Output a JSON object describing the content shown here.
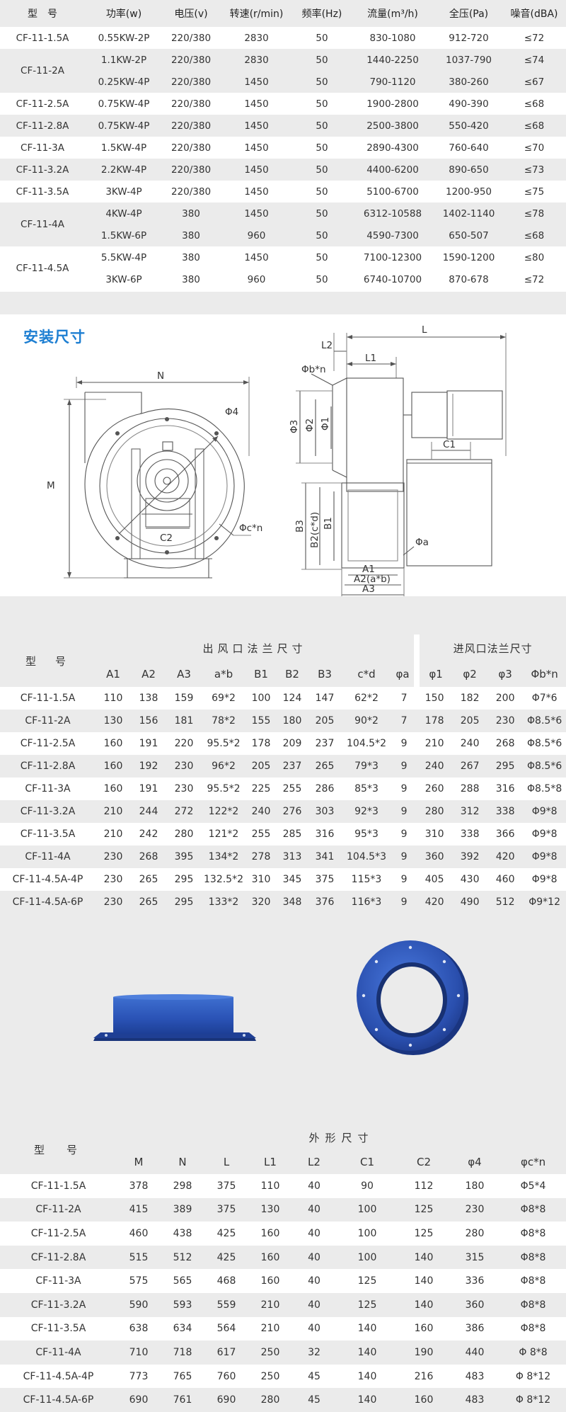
{
  "spec_table": {
    "headers": [
      "型　号",
      "功率(w)",
      "电压(v)",
      "转速(r/min)",
      "频率(Hz)",
      "流量(m³/h)",
      "全压(Pa)",
      "噪音(dBA)"
    ],
    "rows": [
      {
        "model": "CF-11-1.5A",
        "power": "0.55KW-2P",
        "voltage": "220/380",
        "speed": "2830",
        "freq": "50",
        "flow": "830-1080",
        "pressure": "912-720",
        "noise": "≤72"
      },
      {
        "model": "CF-11-2A",
        "power": "1.1KW-2P",
        "voltage": "220/380",
        "speed": "2830",
        "freq": "50",
        "flow": "1440-2250",
        "pressure": "1037-790",
        "noise": "≤74"
      },
      {
        "model": "",
        "power": "0.25KW-4P",
        "voltage": "220/380",
        "speed": "1450",
        "freq": "50",
        "flow": "790-1120",
        "pressure": "380-260",
        "noise": "≤67"
      },
      {
        "model": "CF-11-2.5A",
        "power": "0.75KW-4P",
        "voltage": "220/380",
        "speed": "1450",
        "freq": "50",
        "flow": "1900-2800",
        "pressure": "490-390",
        "noise": "≤68"
      },
      {
        "model": "CF-11-2.8A",
        "power": "0.75KW-4P",
        "voltage": "220/380",
        "speed": "1450",
        "freq": "50",
        "flow": "2500-3800",
        "pressure": "550-420",
        "noise": "≤68"
      },
      {
        "model": "CF-11-3A",
        "power": "1.5KW-4P",
        "voltage": "220/380",
        "speed": "1450",
        "freq": "50",
        "flow": "2890-4300",
        "pressure": "760-640",
        "noise": "≤70"
      },
      {
        "model": "CF-11-3.2A",
        "power": "2.2KW-4P",
        "voltage": "220/380",
        "speed": "1450",
        "freq": "50",
        "flow": "4400-6200",
        "pressure": "890-650",
        "noise": "≤73"
      },
      {
        "model": "CF-11-3.5A",
        "power": "3KW-4P",
        "voltage": "220/380",
        "speed": "1450",
        "freq": "50",
        "flow": "5100-6700",
        "pressure": "1200-950",
        "noise": "≤75"
      },
      {
        "model": "CF-11-4A",
        "power": "4KW-4P",
        "voltage": "380",
        "speed": "1450",
        "freq": "50",
        "flow": "6312-10588",
        "pressure": "1402-1140",
        "noise": "≤78"
      },
      {
        "model": "",
        "power": "1.5KW-6P",
        "voltage": "380",
        "speed": "960",
        "freq": "50",
        "flow": "4590-7300",
        "pressure": "650-507",
        "noise": "≤68"
      },
      {
        "model": "CF-11-4.5A",
        "power": "5.5KW-4P",
        "voltage": "380",
        "speed": "1450",
        "freq": "50",
        "flow": "7100-12300",
        "pressure": "1590-1200",
        "noise": "≤80"
      },
      {
        "model": "",
        "power": "3KW-6P",
        "voltage": "380",
        "speed": "960",
        "freq": "50",
        "flow": "6740-10700",
        "pressure": "870-678",
        "noise": "≤72"
      }
    ]
  },
  "install": {
    "title": "安装尺寸",
    "labels": {
      "N": "N",
      "M": "M",
      "phi4": "Φ4",
      "C2": "C2",
      "phic_n": "Φc*n",
      "L": "L",
      "L1": "L1",
      "L2": "L2",
      "phib_n": "Φb*n",
      "phi3": "Φ3",
      "phi2": "Φ2",
      "phi1": "Φ1",
      "C1": "C1",
      "B3": "B3",
      "B2": "B2(c*d)",
      "B1": "B1",
      "phia": "Φa",
      "A1": "A1",
      "A2": "A2(a*b)",
      "A3": "A3"
    }
  },
  "flange_table": {
    "model_header": "型　号",
    "outlet_header": "出风口法兰尺寸",
    "inlet_header": "进风口法兰尺寸",
    "sub_headers": [
      "A1",
      "A2",
      "A3",
      "a*b",
      "B1",
      "B2",
      "B3",
      "c*d",
      "φa",
      "φ1",
      "φ2",
      "φ3",
      "Φb*n"
    ],
    "rows": [
      [
        "CF-11-1.5A",
        "110",
        "138",
        "159",
        "69*2",
        "100",
        "124",
        "147",
        "62*2",
        "7",
        "150",
        "182",
        "200",
        "Φ7*6"
      ],
      [
        "CF-11-2A",
        "130",
        "156",
        "181",
        "78*2",
        "155",
        "180",
        "205",
        "90*2",
        "7",
        "178",
        "205",
        "230",
        "Φ8.5*6"
      ],
      [
        "CF-11-2.5A",
        "160",
        "191",
        "220",
        "95.5*2",
        "178",
        "209",
        "237",
        "104.5*2",
        "9",
        "210",
        "240",
        "268",
        "Φ8.5*6"
      ],
      [
        "CF-11-2.8A",
        "160",
        "192",
        "230",
        "96*2",
        "205",
        "237",
        "265",
        "79*3",
        "9",
        "240",
        "267",
        "295",
        "Φ8.5*6"
      ],
      [
        "CF-11-3A",
        "160",
        "191",
        "230",
        "95.5*2",
        "225",
        "255",
        "286",
        "85*3",
        "9",
        "260",
        "288",
        "316",
        "Φ8.5*8"
      ],
      [
        "CF-11-3.2A",
        "210",
        "244",
        "272",
        "122*2",
        "240",
        "276",
        "303",
        "92*3",
        "9",
        "280",
        "312",
        "338",
        "Φ9*8"
      ],
      [
        "CF-11-3.5A",
        "210",
        "242",
        "280",
        "121*2",
        "255",
        "285",
        "316",
        "95*3",
        "9",
        "310",
        "338",
        "366",
        "Φ9*8"
      ],
      [
        "CF-11-4A",
        "230",
        "268",
        "395",
        "134*2",
        "278",
        "313",
        "341",
        "104.5*3",
        "9",
        "360",
        "392",
        "420",
        "Φ9*8"
      ],
      [
        "CF-11-4.5A-4P",
        "230",
        "265",
        "295",
        "132.5*2",
        "310",
        "345",
        "375",
        "115*3",
        "9",
        "405",
        "430",
        "460",
        "Φ9*8"
      ],
      [
        "CF-11-4.5A-6P",
        "230",
        "265",
        "295",
        "133*2",
        "320",
        "348",
        "376",
        "116*3",
        "9",
        "420",
        "490",
        "512",
        "Φ9*12"
      ]
    ]
  },
  "outer_table": {
    "model_header": "型　号",
    "group_header": "外形尺寸",
    "sub_headers": [
      "M",
      "N",
      "L",
      "L1",
      "L2",
      "C1",
      "C2",
      "φ4",
      "φc*n"
    ],
    "rows": [
      [
        "CF-11-1.5A",
        "378",
        "298",
        "375",
        "110",
        "40",
        "90",
        "112",
        "180",
        "Φ5*4"
      ],
      [
        "CF-11-2A",
        "415",
        "389",
        "375",
        "130",
        "40",
        "100",
        "125",
        "230",
        "Φ8*8"
      ],
      [
        "CF-11-2.5A",
        "460",
        "438",
        "425",
        "160",
        "40",
        "100",
        "125",
        "280",
        "Φ8*8"
      ],
      [
        "CF-11-2.8A",
        "515",
        "512",
        "425",
        "160",
        "40",
        "100",
        "140",
        "315",
        "Φ8*8"
      ],
      [
        "CF-11-3A",
        "575",
        "565",
        "468",
        "160",
        "40",
        "125",
        "140",
        "336",
        "Φ8*8"
      ],
      [
        "CF-11-3.2A",
        "590",
        "593",
        "559",
        "210",
        "40",
        "125",
        "140",
        "360",
        "Φ8*8"
      ],
      [
        "CF-11-3.5A",
        "638",
        "634",
        "564",
        "210",
        "40",
        "140",
        "160",
        "386",
        "Φ8*8"
      ],
      [
        "CF-11-4A",
        "710",
        "718",
        "617",
        "250",
        "32",
        "140",
        "190",
        "440",
        "Φ 8*8"
      ],
      [
        "CF-11-4.5A-4P",
        "773",
        "765",
        "760",
        "250",
        "45",
        "140",
        "216",
        "483",
        "Φ 8*12"
      ],
      [
        "CF-11-4.5A-6P",
        "690",
        "761",
        "690",
        "280",
        "45",
        "140",
        "160",
        "483",
        "Φ 8*12"
      ]
    ]
  },
  "colors": {
    "accent_title": "#1e7fd2",
    "flange_blue": "#2a4fae",
    "row_gray": "#ebebeb"
  }
}
